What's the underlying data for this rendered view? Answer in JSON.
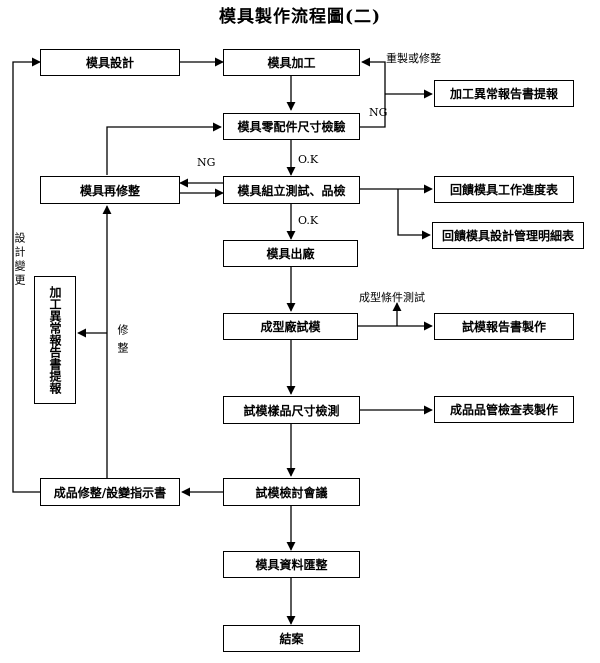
{
  "title": "模具製作流程圖(二)",
  "nodes": {
    "design": "模具設計",
    "machining": "模具加工",
    "parts_inspection": "模具零配件尺寸檢驗",
    "rework": "模具再修整",
    "assembly": "模具組立測試、品檢",
    "exit": "模具出廠",
    "trial": "成型廠試模",
    "sample_measure": "試模樣品尺寸檢測",
    "trial_review": "試模檢討會議",
    "archive": "模具資料匯整",
    "close": "結案",
    "rework_instruction": "成品修整/設變指示書",
    "abnormal_report_right": "加工異常報告書提報",
    "feedback_progress": "回饋模具工作進度表",
    "feedback_design": "回饋模具設計管理明細表",
    "trial_report": "試模報告書製作",
    "qc_table": "成品品管檢查表製作",
    "abnormal_report_left": "加工異常報告書提報"
  },
  "labels": {
    "remake": "重製或修整",
    "ng1": "NG",
    "ng2": "NG",
    "ok1": "O.K",
    "ok2": "O.K",
    "molding_test": "成型條件測試",
    "design_change": "設計變更",
    "rework_side": "修整"
  }
}
